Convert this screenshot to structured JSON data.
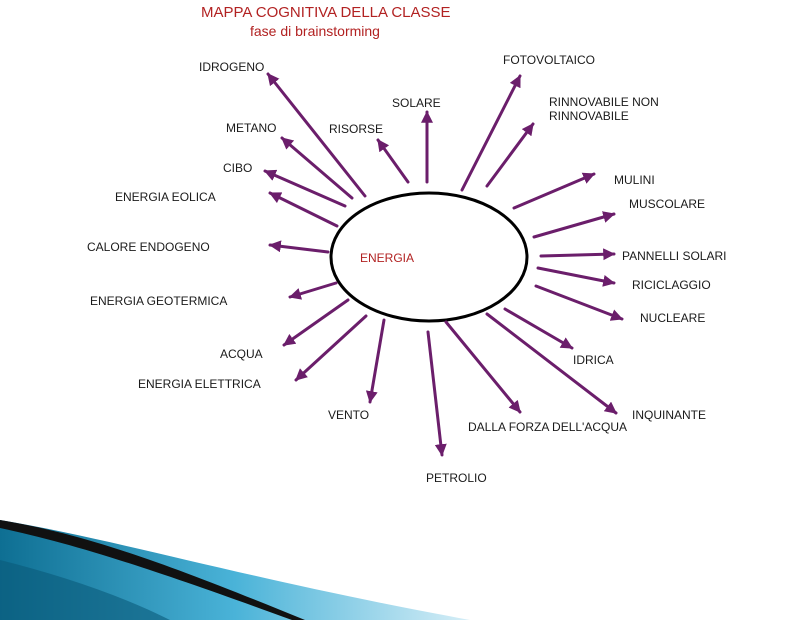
{
  "title": "MAPPA COGNITIVA DELLA CLASSE",
  "subtitle": "fase di brainstorming",
  "center": "ENERGIA",
  "colors": {
    "arrow": "#6b1e6b",
    "title": "#b22222",
    "text": "#1a1a1a",
    "ellipse": "#000000"
  },
  "nodes": [
    {
      "id": "idrogeno",
      "label": "IDROGENO"
    },
    {
      "id": "fotovoltaico",
      "label": "FOTOVOLTAICO"
    },
    {
      "id": "solare",
      "label": "SOLARE"
    },
    {
      "id": "rinnovabile",
      "label": "RINNOVABILE NON\nRINNOVABILE"
    },
    {
      "id": "metano",
      "label": "METANO"
    },
    {
      "id": "risorse",
      "label": "RISORSE"
    },
    {
      "id": "cibo",
      "label": "CIBO"
    },
    {
      "id": "mulini",
      "label": "MULINI"
    },
    {
      "id": "energia-eolica",
      "label": "ENERGIA EOLICA"
    },
    {
      "id": "muscolare",
      "label": "MUSCOLARE"
    },
    {
      "id": "calore-endogeno",
      "label": "CALORE ENDOGENO"
    },
    {
      "id": "pannelli-solari",
      "label": "PANNELLI SOLARI"
    },
    {
      "id": "riciclaggio",
      "label": "RICICLAGGIO"
    },
    {
      "id": "energia-geotermica",
      "label": "ENERGIA GEOTERMICA"
    },
    {
      "id": "nucleare",
      "label": "NUCLEARE"
    },
    {
      "id": "acqua",
      "label": "ACQUA"
    },
    {
      "id": "idrica",
      "label": "IDRICA"
    },
    {
      "id": "energia-elettrica",
      "label": "ENERGIA ELETTRICA"
    },
    {
      "id": "vento",
      "label": "VENTO"
    },
    {
      "id": "inquinante",
      "label": "INQUINANTE"
    },
    {
      "id": "dalla-forza",
      "label": "DALLA FORZA DELL'ACQUA"
    },
    {
      "id": "petrolio",
      "label": "PETROLIO"
    }
  ]
}
